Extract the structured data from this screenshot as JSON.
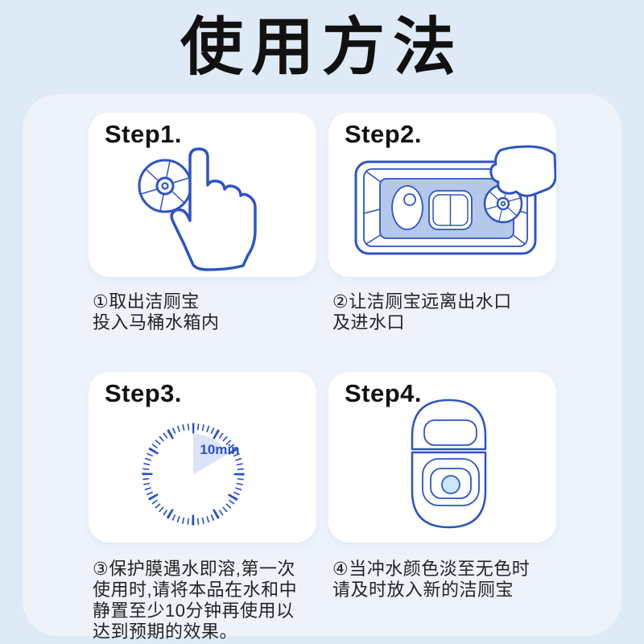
{
  "page": {
    "title": "使用方法"
  },
  "colors": {
    "background": "#dfeaf7",
    "panel": "#eef3fb",
    "card": "#ffffff",
    "line_blue": "#2d53c5",
    "tank_panel_fill": "#b5c8e9",
    "timer_wedge": "#dce3f7",
    "water_fill": "#c9e9fa",
    "heading_text": "#121212",
    "body_text": "#232323"
  },
  "steps": [
    {
      "label": "Step1.",
      "icon": "tablet-disc-and-pointing-hand",
      "caption_lines": [
        "①取出洁厕宝",
        "投入马桶水箱内"
      ]
    },
    {
      "label": "Step2.",
      "icon": "toilet-tank-top-view-hand-placing-tablet",
      "caption_lines": [
        "②让洁厕宝远离出水口",
        "及进水口"
      ]
    },
    {
      "label": "Step3.",
      "icon": "clock-timer",
      "timer_label": "10min",
      "caption_lines": [
        "③保护膜遇水即溶,第一次",
        "使用时,请将本品在水和中",
        "静置至少10分钟再使用以",
        "达到预期的效果。"
      ]
    },
    {
      "label": "Step4.",
      "icon": "toilet-top-view",
      "caption_lines": [
        "④当冲水颜色淡至无色时",
        "请及时放入新的洁厕宝"
      ]
    }
  ]
}
